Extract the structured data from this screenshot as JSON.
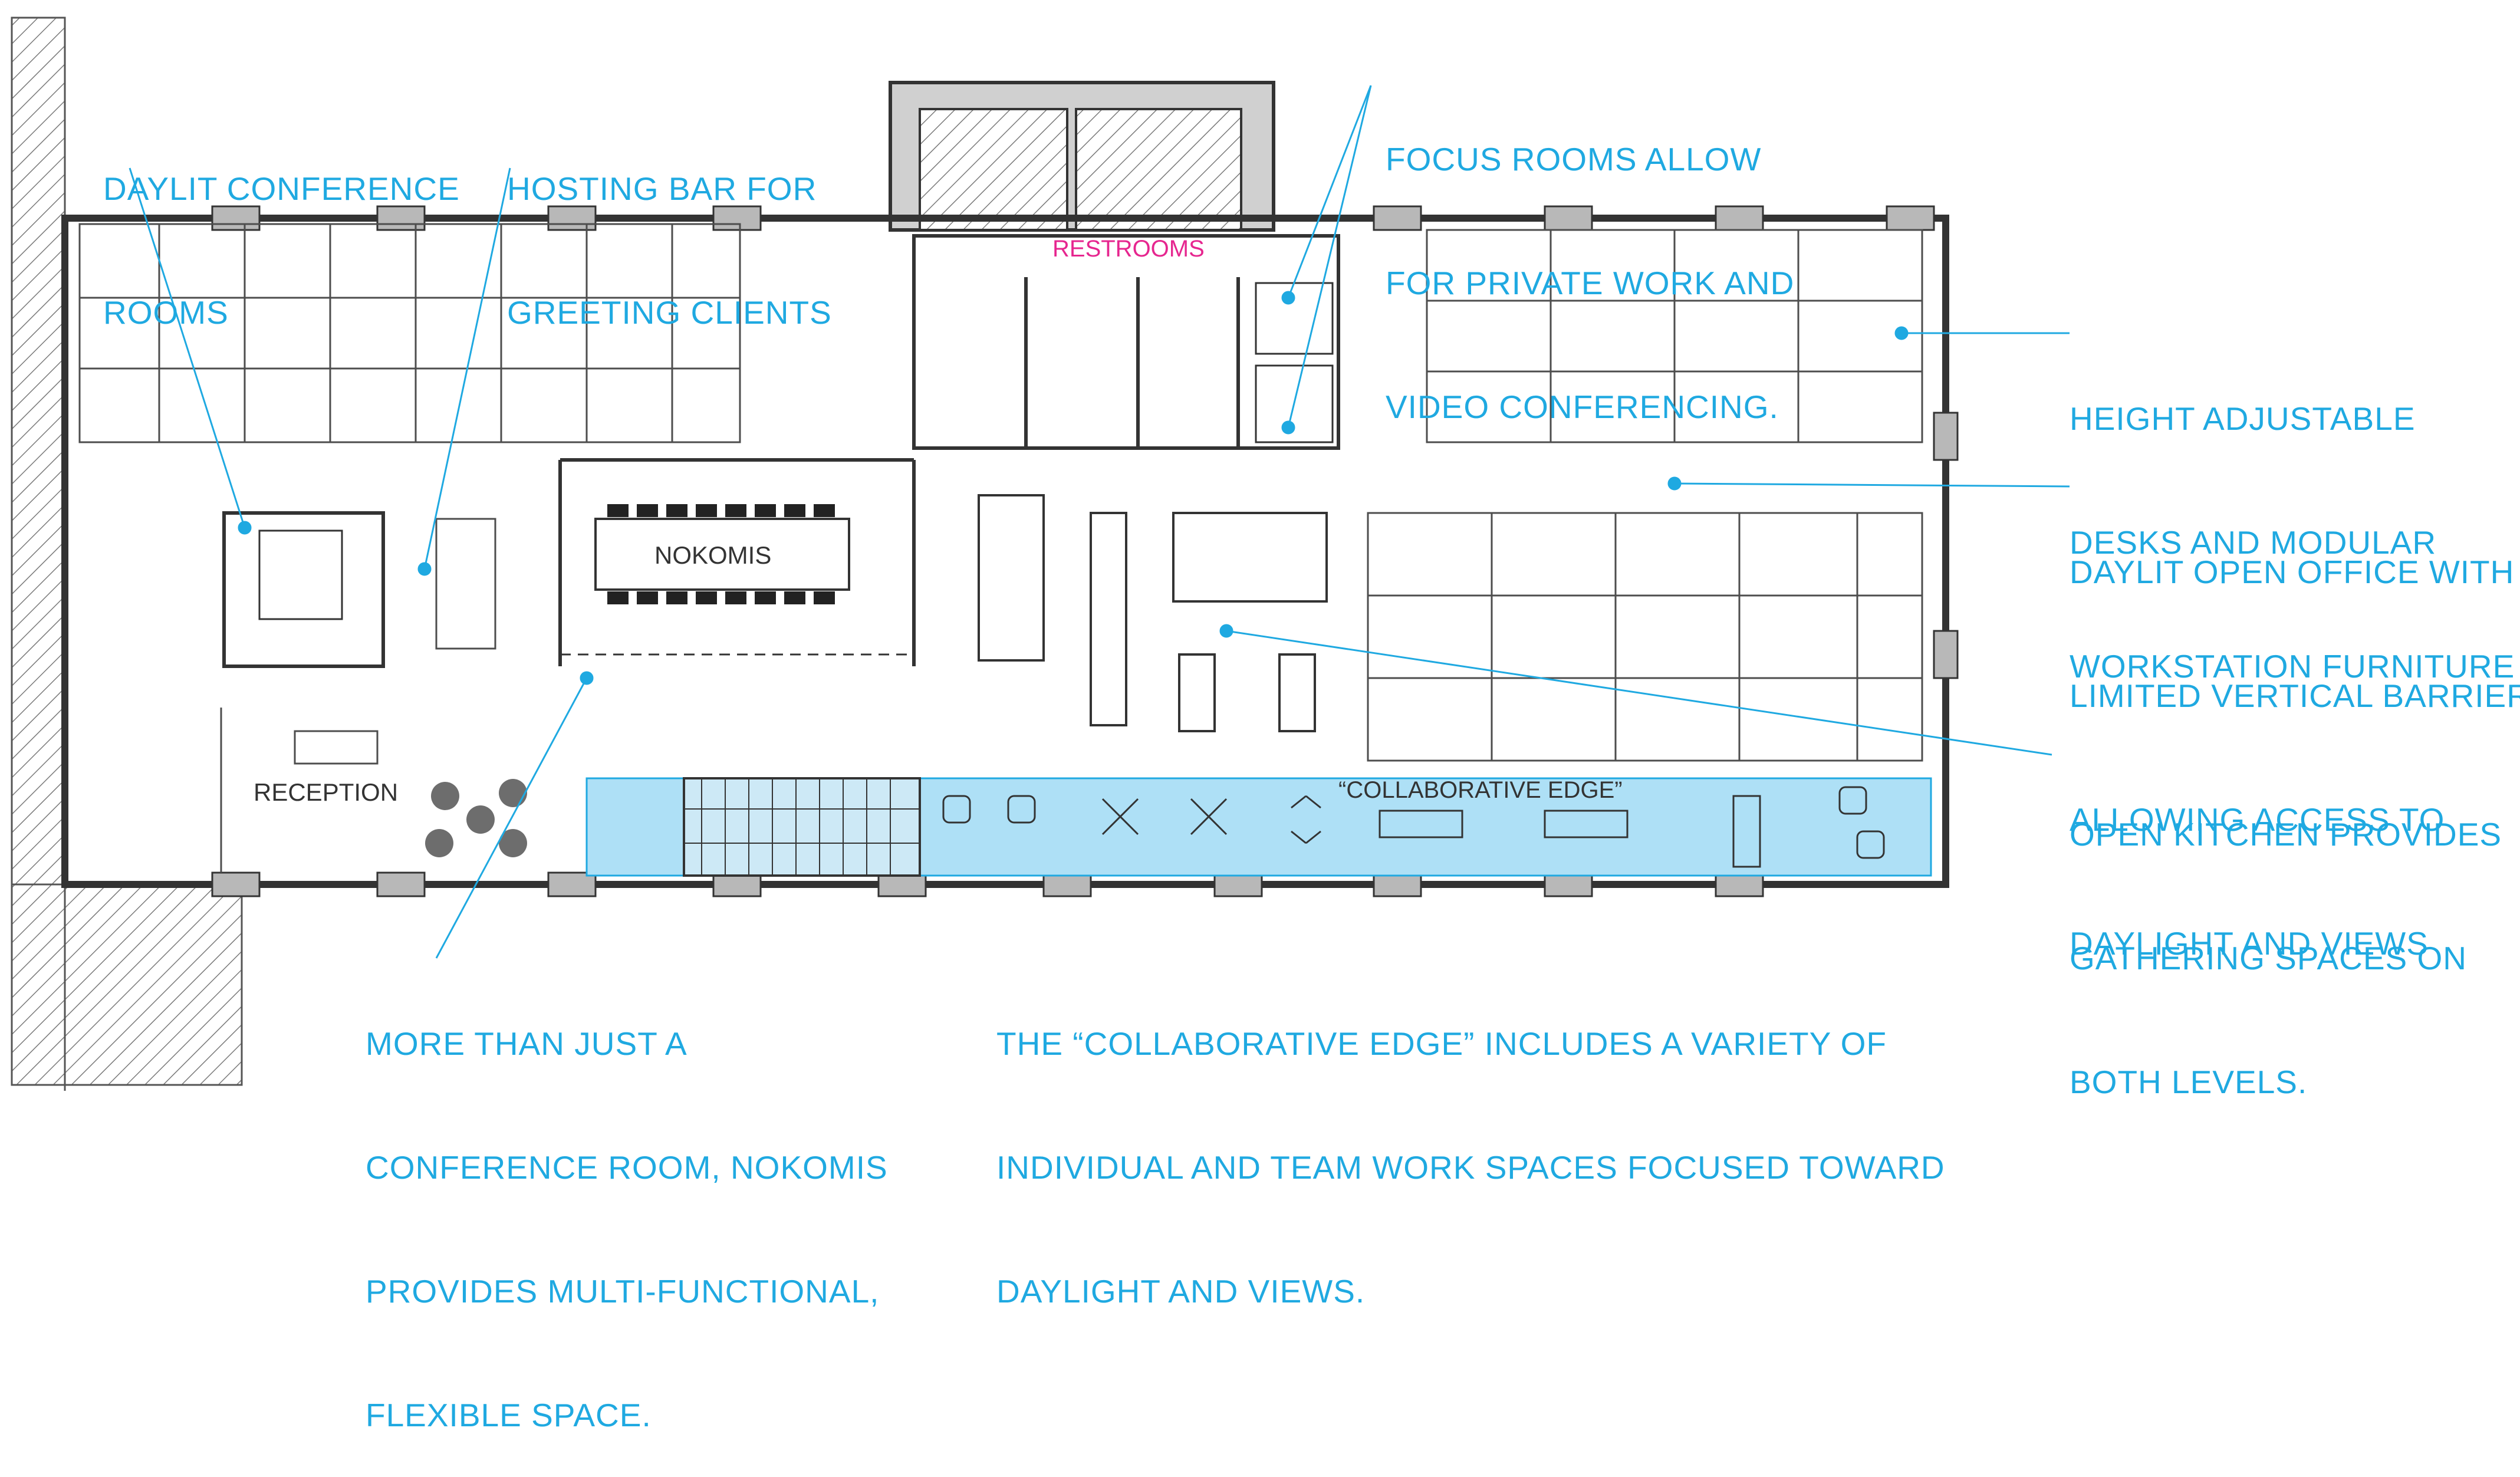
{
  "colors": {
    "annotation": "#1fa9e1",
    "restrooms": "#e6268f",
    "collaborative_band": "#aee0f6",
    "wall": "#333333",
    "fill_gray": "#b8b8b8",
    "line": "#4d4d4d"
  },
  "rooms": {
    "restrooms": "RESTROOMS",
    "nokomis": "NOKOMIS",
    "reception": "RECEPTION",
    "collaborative_edge": "“COLLABORATIVE EDGE”"
  },
  "annotations": {
    "daylit_conference": [
      "DAYLIT CONFERENCE",
      "ROOMS"
    ],
    "hosting_bar": [
      "HOSTING BAR FOR",
      "GREETING CLIENTS"
    ],
    "focus_rooms": [
      "FOCUS ROOMS ALLOW",
      "FOR PRIVATE WORK AND",
      "VIDEO CONFERENCING."
    ],
    "height_adjustable": [
      "HEIGHT ADJUSTABLE",
      "DESKS AND MODULAR",
      "WORKSTATION FURNITURE"
    ],
    "daylit_open_office": [
      "DAYLIT OPEN OFFICE WITH",
      "LIMITED VERTICAL BARRIERS",
      "ALLOWING ACCESS TO",
      "DAYLIGHT AND VIEWS"
    ],
    "open_kitchen": [
      "OPEN KITCHEN PROVIDES",
      "GATHERING SPACES ON",
      "BOTH LEVELS."
    ],
    "nokomis_multi": [
      "MORE THAN JUST A",
      "CONFERENCE ROOM, NOKOMIS",
      "PROVIDES MULTI-FUNCTIONAL,",
      "FLEXIBLE SPACE."
    ],
    "collaborative_edge": [
      "THE “COLLABORATIVE EDGE” INCLUDES A VARIETY OF",
      "INDIVIDUAL AND TEAM WORK SPACES FOCUSED TOWARD",
      "DAYLIGHT AND VIEWS."
    ]
  }
}
